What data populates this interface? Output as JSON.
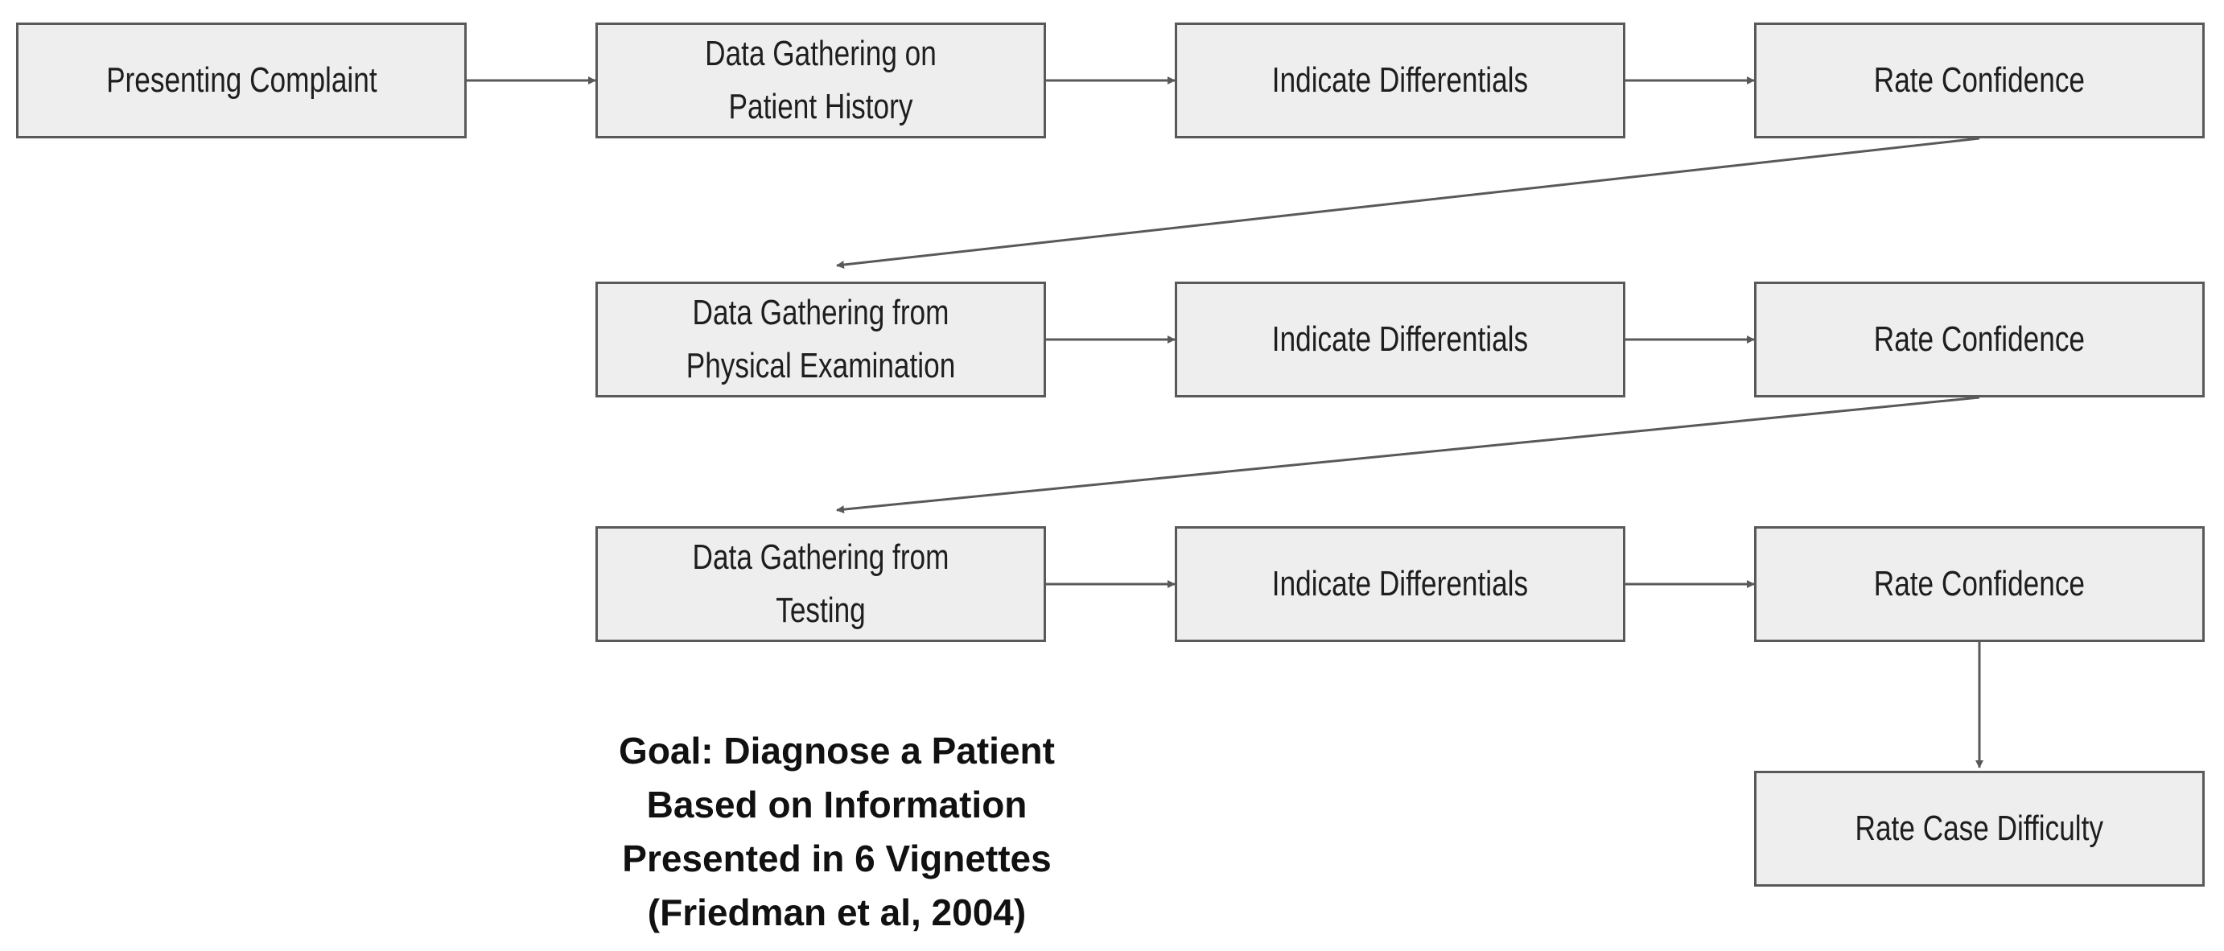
{
  "diagram": {
    "row1": {
      "presenting_complaint": "Presenting Complaint",
      "data_gathering": "Data Gathering on Patient History",
      "indicate_differentials": "Indicate Differentials",
      "rate_confidence": "Rate Confidence"
    },
    "row2": {
      "data_gathering": "Data Gathering from Physical Examination",
      "indicate_differentials": "Indicate Differentials",
      "rate_confidence": "Rate Confidence"
    },
    "row3": {
      "data_gathering": "Data Gathering from Testing",
      "indicate_differentials": "Indicate Differentials",
      "rate_confidence": "Rate Confidence"
    },
    "final_step": "Rate Case Difficulty",
    "goal": {
      "line1": "Goal: Diagnose a Patient",
      "line2": "Based on Information",
      "line3": "Presented in 6 Vignettes",
      "line4": "(Friedman et al, 2004)"
    }
  },
  "colors": {
    "box_fill": "#eeeeee",
    "box_border": "#595959",
    "arrow": "#595959",
    "text": "#1e1e1e"
  }
}
